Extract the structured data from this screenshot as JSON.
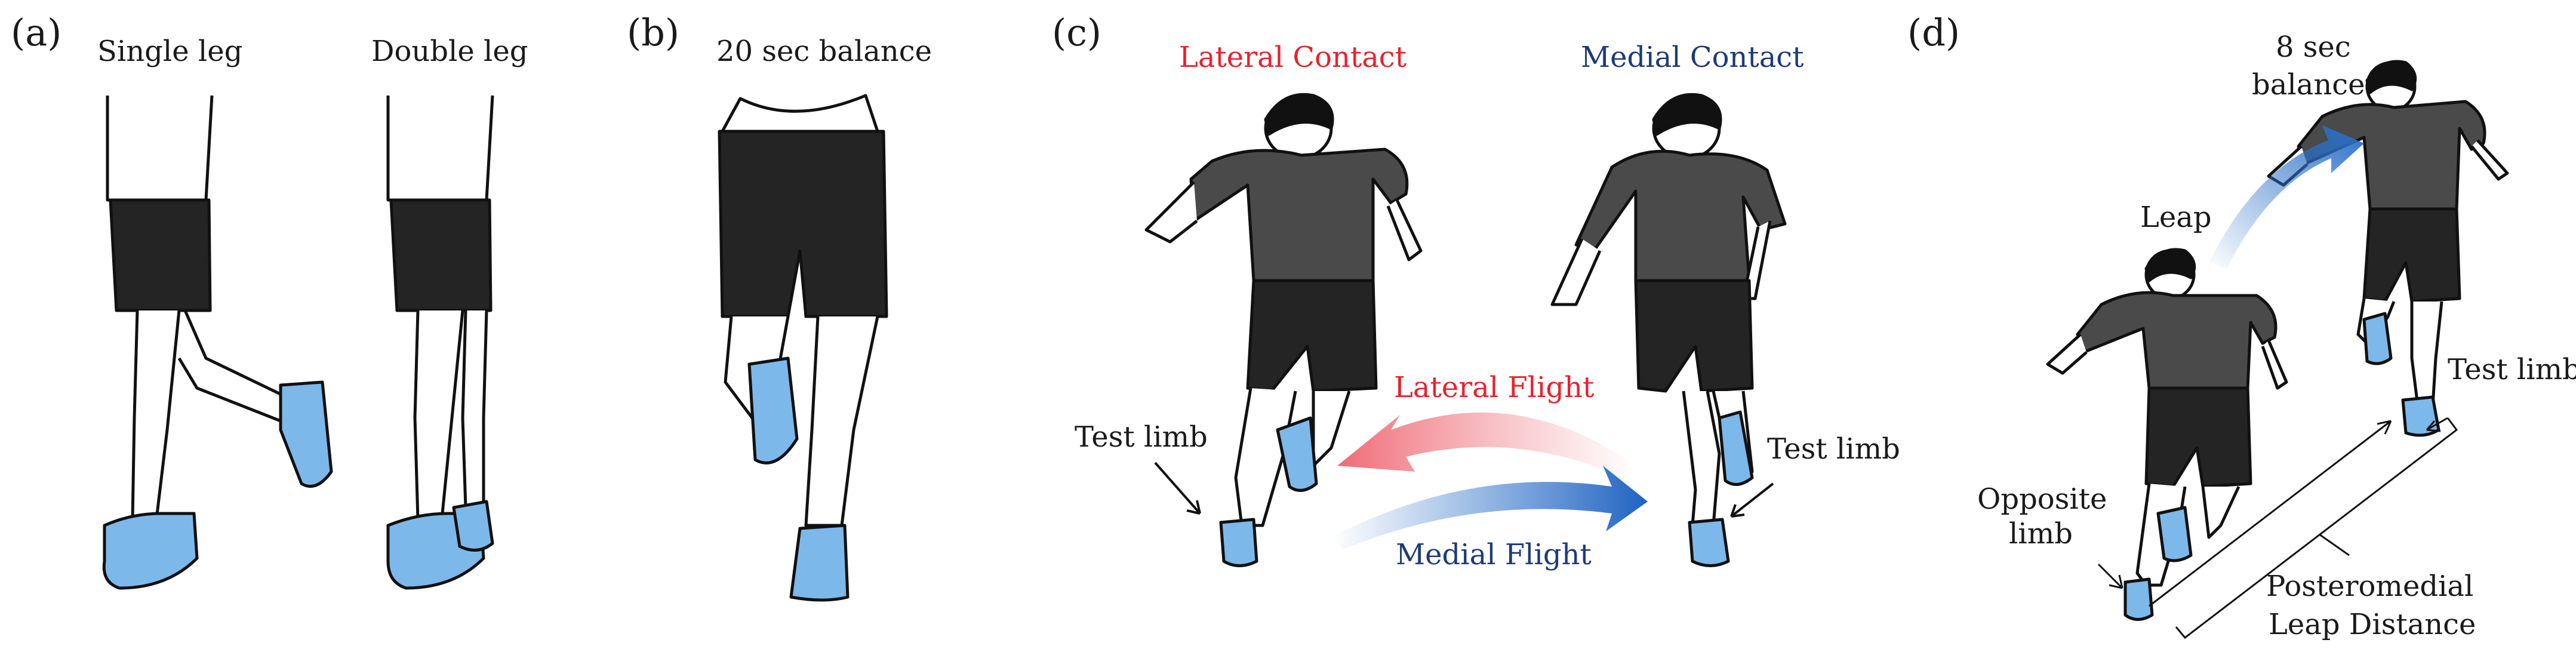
{
  "panels": [
    {
      "letter": "(a)",
      "captions": [
        "Single leg",
        "Double leg"
      ]
    },
    {
      "letter": "(b)",
      "captions": [
        "20 sec balance"
      ]
    },
    {
      "letter": "(c)",
      "captions": [
        "Lateral Contact",
        "Medial Contact",
        "Lateral Flight",
        "Medial Flight",
        "Test limb",
        "Test limb"
      ]
    },
    {
      "letter": "(d)",
      "captions": [
        "8 sec",
        "balance",
        "Leap",
        "Test limb",
        "Opposite",
        "limb",
        "Posteromedial",
        "Leap Distance"
      ]
    }
  ],
  "colors": {
    "shoe": "#7db8ea",
    "shorts": "#242424",
    "shirt": "#4a4a4a",
    "lateral": "#e8222d",
    "medial": "#1d3b78",
    "medial_arrow": "#2a6fc7",
    "lateral_arrow": "#f08a92"
  }
}
